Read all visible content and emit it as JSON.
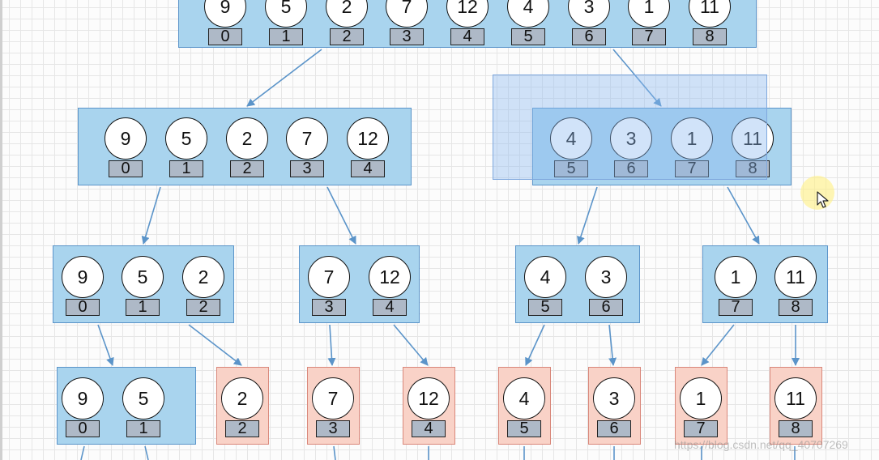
{
  "diagram": {
    "colors": {
      "split_box": "#a9d4ee",
      "leaf_box": "#f9d2c7",
      "index_tag": "#aeb9c7",
      "arrow": "#5b94c9"
    },
    "levels": [
      [
        {
          "kind": "split",
          "values": [
            "9",
            "5",
            "2",
            "7",
            "12",
            "4",
            "3",
            "1",
            "11"
          ],
          "indices": [
            "0",
            "1",
            "2",
            "3",
            "4",
            "5",
            "6",
            "7",
            "8"
          ]
        }
      ],
      [
        {
          "kind": "split",
          "values": [
            "9",
            "5",
            "2",
            "7",
            "12"
          ],
          "indices": [
            "0",
            "1",
            "2",
            "3",
            "4"
          ]
        },
        {
          "kind": "split",
          "values": [
            "4",
            "3",
            "1",
            "11"
          ],
          "indices": [
            "5",
            "6",
            "7",
            "8"
          ]
        }
      ],
      [
        {
          "kind": "split",
          "values": [
            "9",
            "5",
            "2"
          ],
          "indices": [
            "0",
            "1",
            "2"
          ]
        },
        {
          "kind": "split",
          "values": [
            "7",
            "12"
          ],
          "indices": [
            "3",
            "4"
          ]
        },
        {
          "kind": "split",
          "values": [
            "4",
            "3"
          ],
          "indices": [
            "5",
            "6"
          ]
        },
        {
          "kind": "split",
          "values": [
            "1",
            "11"
          ],
          "indices": [
            "7",
            "8"
          ]
        }
      ],
      [
        {
          "kind": "split",
          "values": [
            "9",
            "5"
          ],
          "indices": [
            "0",
            "1"
          ]
        },
        {
          "kind": "leaf",
          "values": [
            "2"
          ],
          "indices": [
            "2"
          ]
        },
        {
          "kind": "leaf",
          "values": [
            "7"
          ],
          "indices": [
            "3"
          ]
        },
        {
          "kind": "leaf",
          "values": [
            "12"
          ],
          "indices": [
            "4"
          ]
        },
        {
          "kind": "leaf",
          "values": [
            "4"
          ],
          "indices": [
            "5"
          ]
        },
        {
          "kind": "leaf",
          "values": [
            "3"
          ],
          "indices": [
            "6"
          ]
        },
        {
          "kind": "leaf",
          "values": [
            "1"
          ],
          "indices": [
            "7"
          ]
        },
        {
          "kind": "leaf",
          "values": [
            "11"
          ],
          "indices": [
            "8"
          ]
        }
      ]
    ]
  },
  "selection_marquee": true,
  "cursor": "arrow-pointer-icon",
  "watermark": "https://blog.csdn.net/qq_40707269"
}
